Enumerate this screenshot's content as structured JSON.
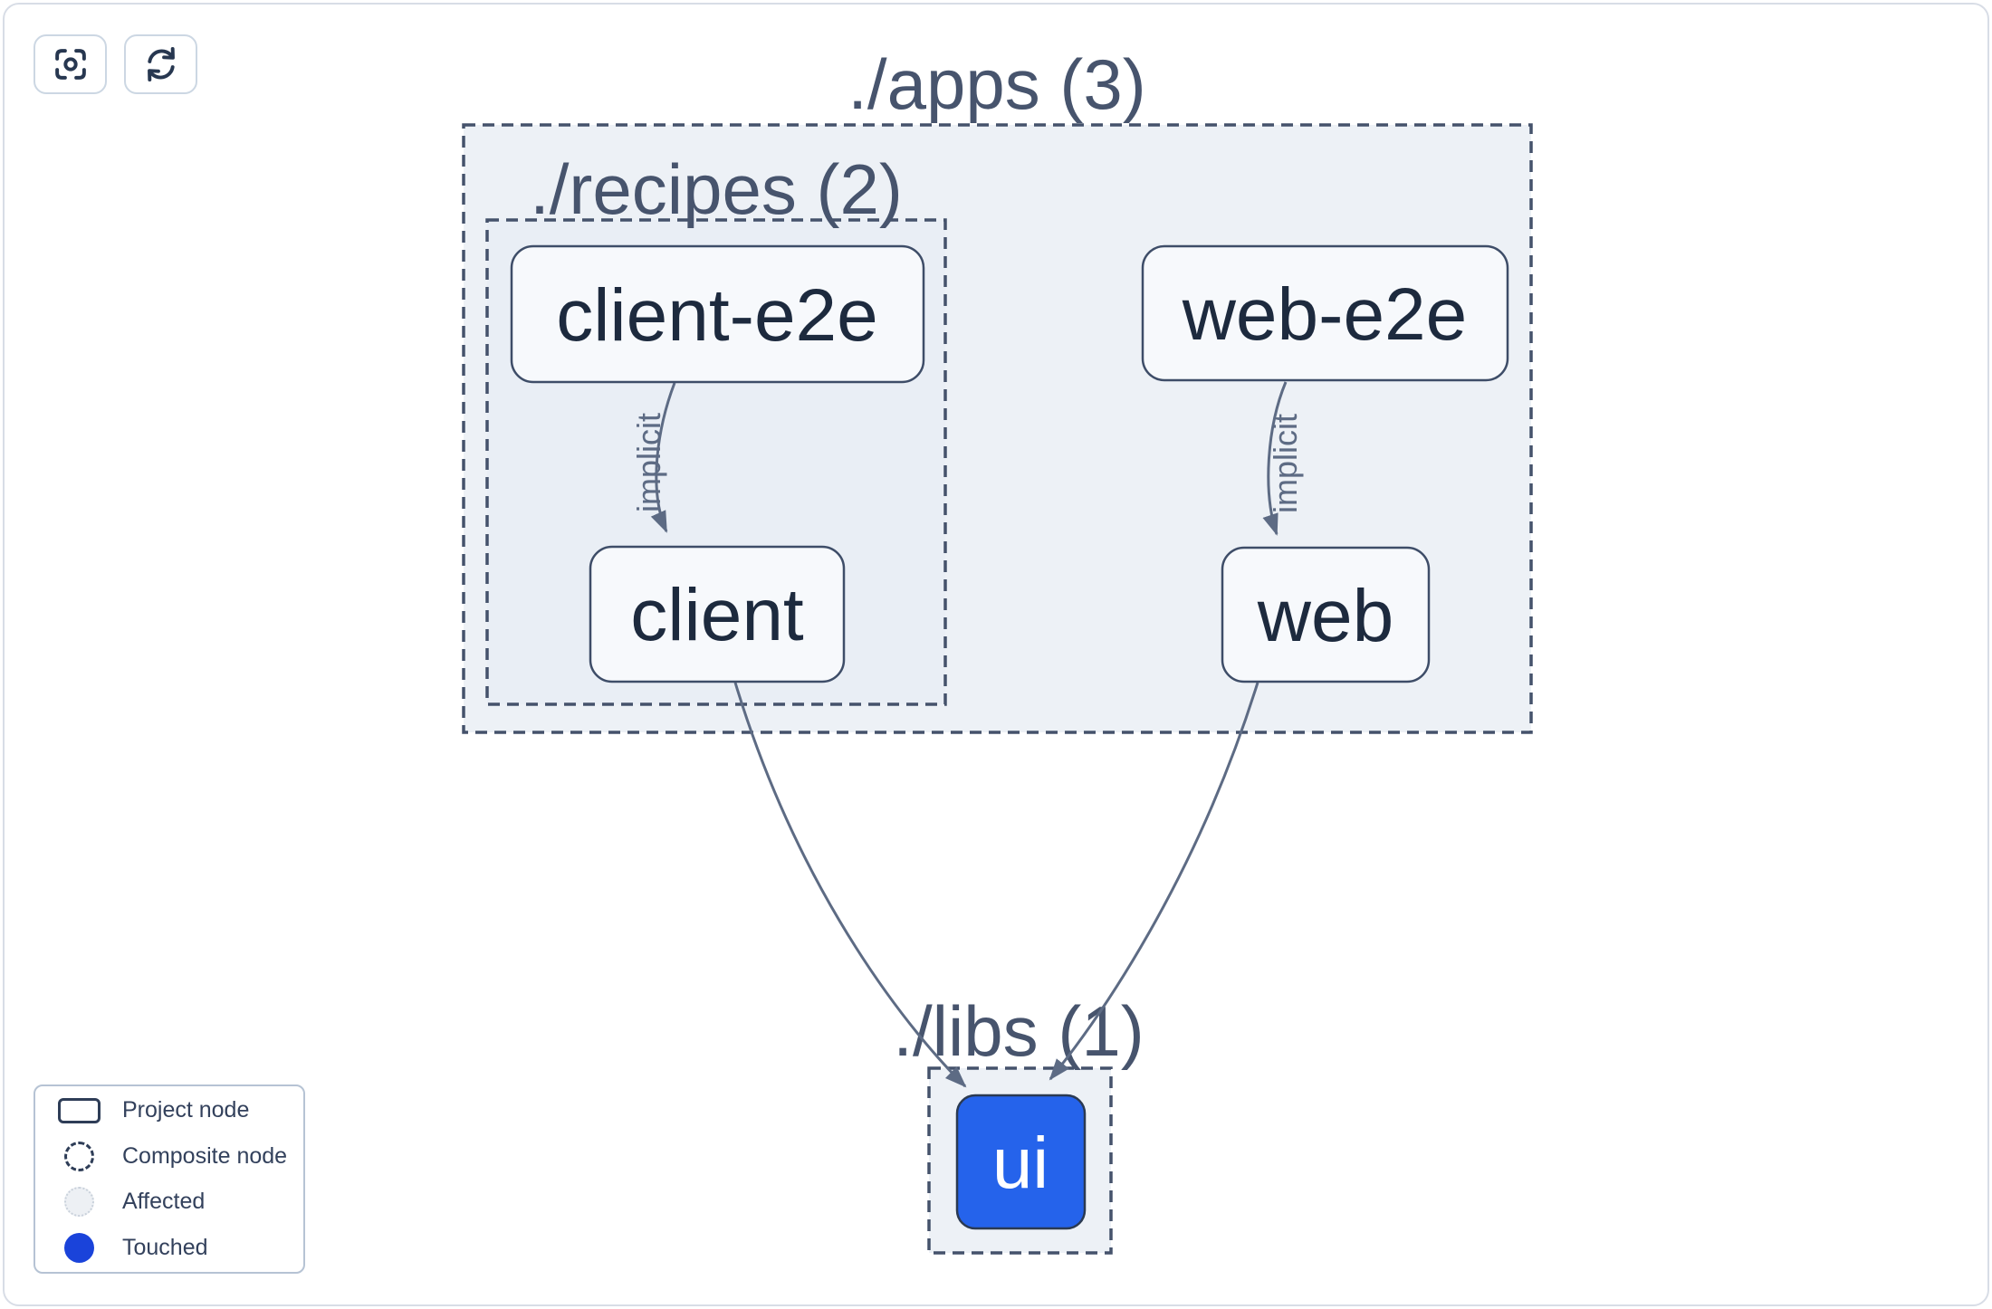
{
  "toolbar": {
    "buttons": [
      {
        "id": "zoom-to-fit",
        "icon": "focus-scan-icon"
      },
      {
        "id": "refresh",
        "icon": "refresh-icon"
      }
    ]
  },
  "graph": {
    "groups": [
      {
        "id": "apps",
        "label": "./apps (3)"
      },
      {
        "id": "recipes",
        "label": "./recipes (2)"
      },
      {
        "id": "libs",
        "label": "./libs (1)"
      }
    ],
    "nodes": [
      {
        "id": "client-e2e",
        "label": "client-e2e",
        "state": "project"
      },
      {
        "id": "web-e2e",
        "label": "web-e2e",
        "state": "project"
      },
      {
        "id": "client",
        "label": "client",
        "state": "project"
      },
      {
        "id": "web",
        "label": "web",
        "state": "project"
      },
      {
        "id": "ui",
        "label": "ui",
        "state": "touched"
      }
    ],
    "edges": [
      {
        "from": "client-e2e",
        "to": "client",
        "type": "implicit",
        "label": "implicit"
      },
      {
        "from": "web-e2e",
        "to": "web",
        "type": "implicit",
        "label": "implicit"
      },
      {
        "from": "client",
        "to": "ui",
        "type": "static",
        "label": ""
      },
      {
        "from": "web",
        "to": "ui",
        "type": "static",
        "label": ""
      }
    ]
  },
  "legend": {
    "items": [
      {
        "swatch": "project-node",
        "label": "Project node"
      },
      {
        "swatch": "composite-node",
        "label": "Composite node"
      },
      {
        "swatch": "affected",
        "label": "Affected"
      },
      {
        "swatch": "touched",
        "label": "Touched"
      }
    ]
  },
  "colors": {
    "touched_node": "#2563eb",
    "legend_touched": "#1a43da",
    "edge": "#5d6b84",
    "group_border": "#45526b",
    "node_border": "#3e4d68",
    "canvas_border": "#d8dde6",
    "group_fill": "#edf1f6"
  }
}
